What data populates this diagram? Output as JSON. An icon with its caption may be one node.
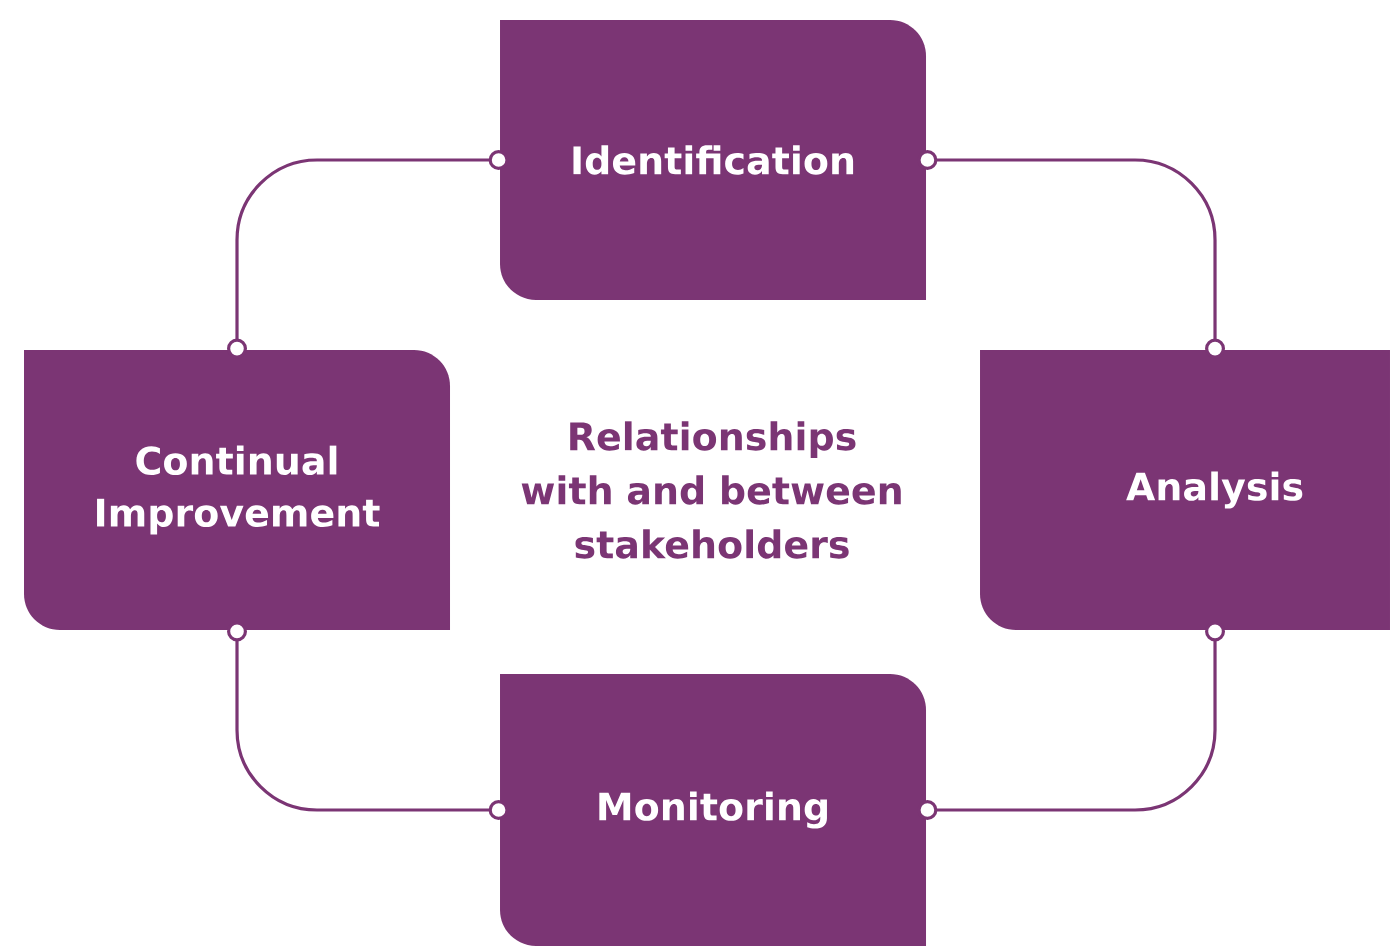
{
  "diagram": {
    "nodes": [
      {
        "text": [
          "Identification"
        ]
      },
      {
        "text": [
          "Analysis"
        ]
      },
      {
        "text": [
          "Monitoring"
        ]
      },
      {
        "text": [
          "Continual Improvement"
        ]
      }
    ],
    "edges": [
      {
        "from": 0,
        "to": 1,
        "arrow": "other"
      },
      {
        "from": 1,
        "to": 2,
        "arrow": "other"
      },
      {
        "from": 2,
        "to": 3,
        "arrow": "other"
      },
      {
        "from": 3,
        "to": 0,
        "arrow": "other"
      }
    ],
    "labels": [
      "Relationships with and between stakeholders"
    ]
  }
}
